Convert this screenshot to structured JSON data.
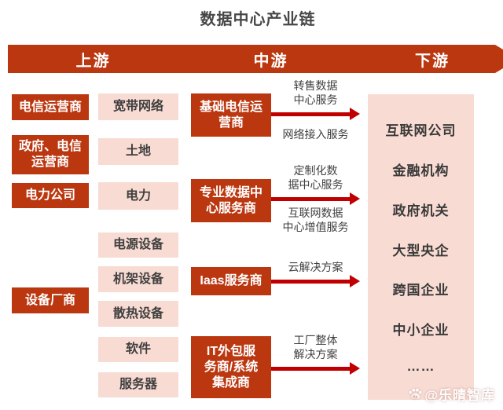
{
  "title": "数据中心产业链",
  "colors": {
    "box_red": "#bb3710",
    "pink": "#f8dbd3",
    "arrow_red": "#c00000",
    "dark_text": "#3f3f3f",
    "title_text": "#474747"
  },
  "banner": {
    "stages": [
      {
        "label": "上游"
      },
      {
        "label": "中游"
      },
      {
        "label": "下游"
      }
    ]
  },
  "upstream": {
    "players": [
      {
        "label": "电信运营商"
      },
      {
        "label": "政府、电信\n运营商"
      },
      {
        "label": "电力公司"
      },
      {
        "label": "设备厂商"
      }
    ],
    "resources": [
      {
        "label": "宽带网络"
      },
      {
        "label": "土地"
      },
      {
        "label": "电力"
      },
      {
        "label": "电源设备"
      },
      {
        "label": "机架设备"
      },
      {
        "label": "散热设备"
      },
      {
        "label": "软件"
      },
      {
        "label": "服务器"
      }
    ]
  },
  "midstream": {
    "items": [
      {
        "box": "基础电信运\n营商",
        "above": "转售数据\n中心服务",
        "below": "网络接入服务"
      },
      {
        "box": "专业数据中\n心服务商",
        "above": "定制化数\n据中心服务",
        "below": "互联网数据\n中心增值服务"
      },
      {
        "box": "Iaas服务商",
        "above": "云解决方案"
      },
      {
        "box": "IT外包服\n务商/系统\n集成商",
        "above": "工厂整体\n解决方案"
      }
    ]
  },
  "downstream": {
    "customers": [
      {
        "label": "互联网公司"
      },
      {
        "label": "金融机构"
      },
      {
        "label": "政府机关"
      },
      {
        "label": "大型央企"
      },
      {
        "label": "跨国企业"
      },
      {
        "label": "中小企业"
      },
      {
        "label": "……"
      }
    ]
  },
  "watermark": {
    "icon": "paw-icon",
    "icon_text": "du",
    "text": "@乐晴智库"
  }
}
